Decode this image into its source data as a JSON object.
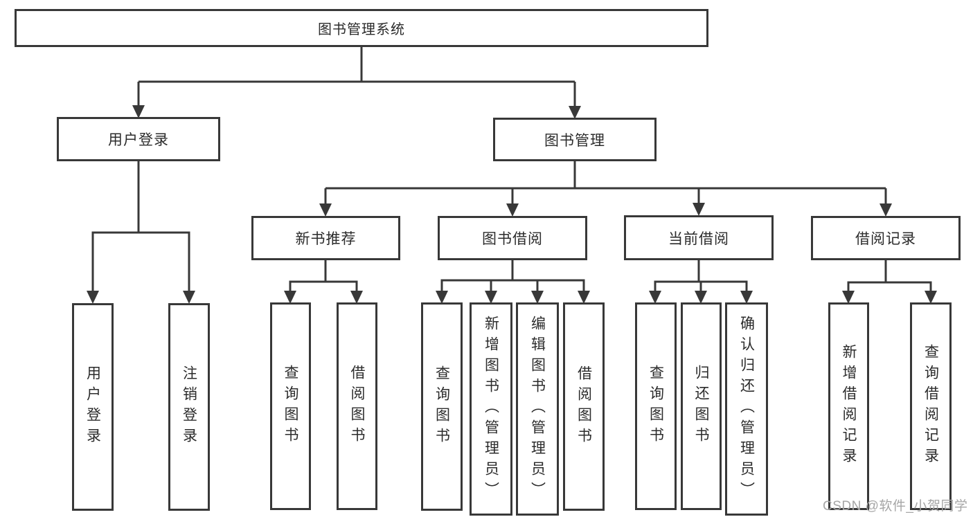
{
  "diagram": {
    "root": {
      "label": "图书管理系统"
    },
    "level2": [
      {
        "label": "用户登录"
      },
      {
        "label": "图书管理"
      }
    ],
    "level3": [
      {
        "label": "新书推荐"
      },
      {
        "label": "图书借阅"
      },
      {
        "label": "当前借阅"
      },
      {
        "label": "借阅记录"
      }
    ],
    "leaves": {
      "user_login": [
        "用户登录",
        "注销登录"
      ],
      "new_book_rec": [
        "查询图书",
        "借阅图书"
      ],
      "book_borrow": [
        "查询图书",
        "新增图书（管理员）",
        "编辑图书（管理员）",
        "借阅图书"
      ],
      "current_borrow": [
        "查询图书",
        "归还图书",
        "确认归还（管理员）"
      ],
      "borrow_record": [
        "新增借阅记录",
        "查询借阅记录"
      ]
    }
  },
  "watermark": {
    "text": "CSDN @软件_小贺同学"
  },
  "colors": {
    "line": "#383838",
    "text": "#2b2b2b",
    "background": "#ffffff",
    "watermark": "#a6a6a6"
  }
}
